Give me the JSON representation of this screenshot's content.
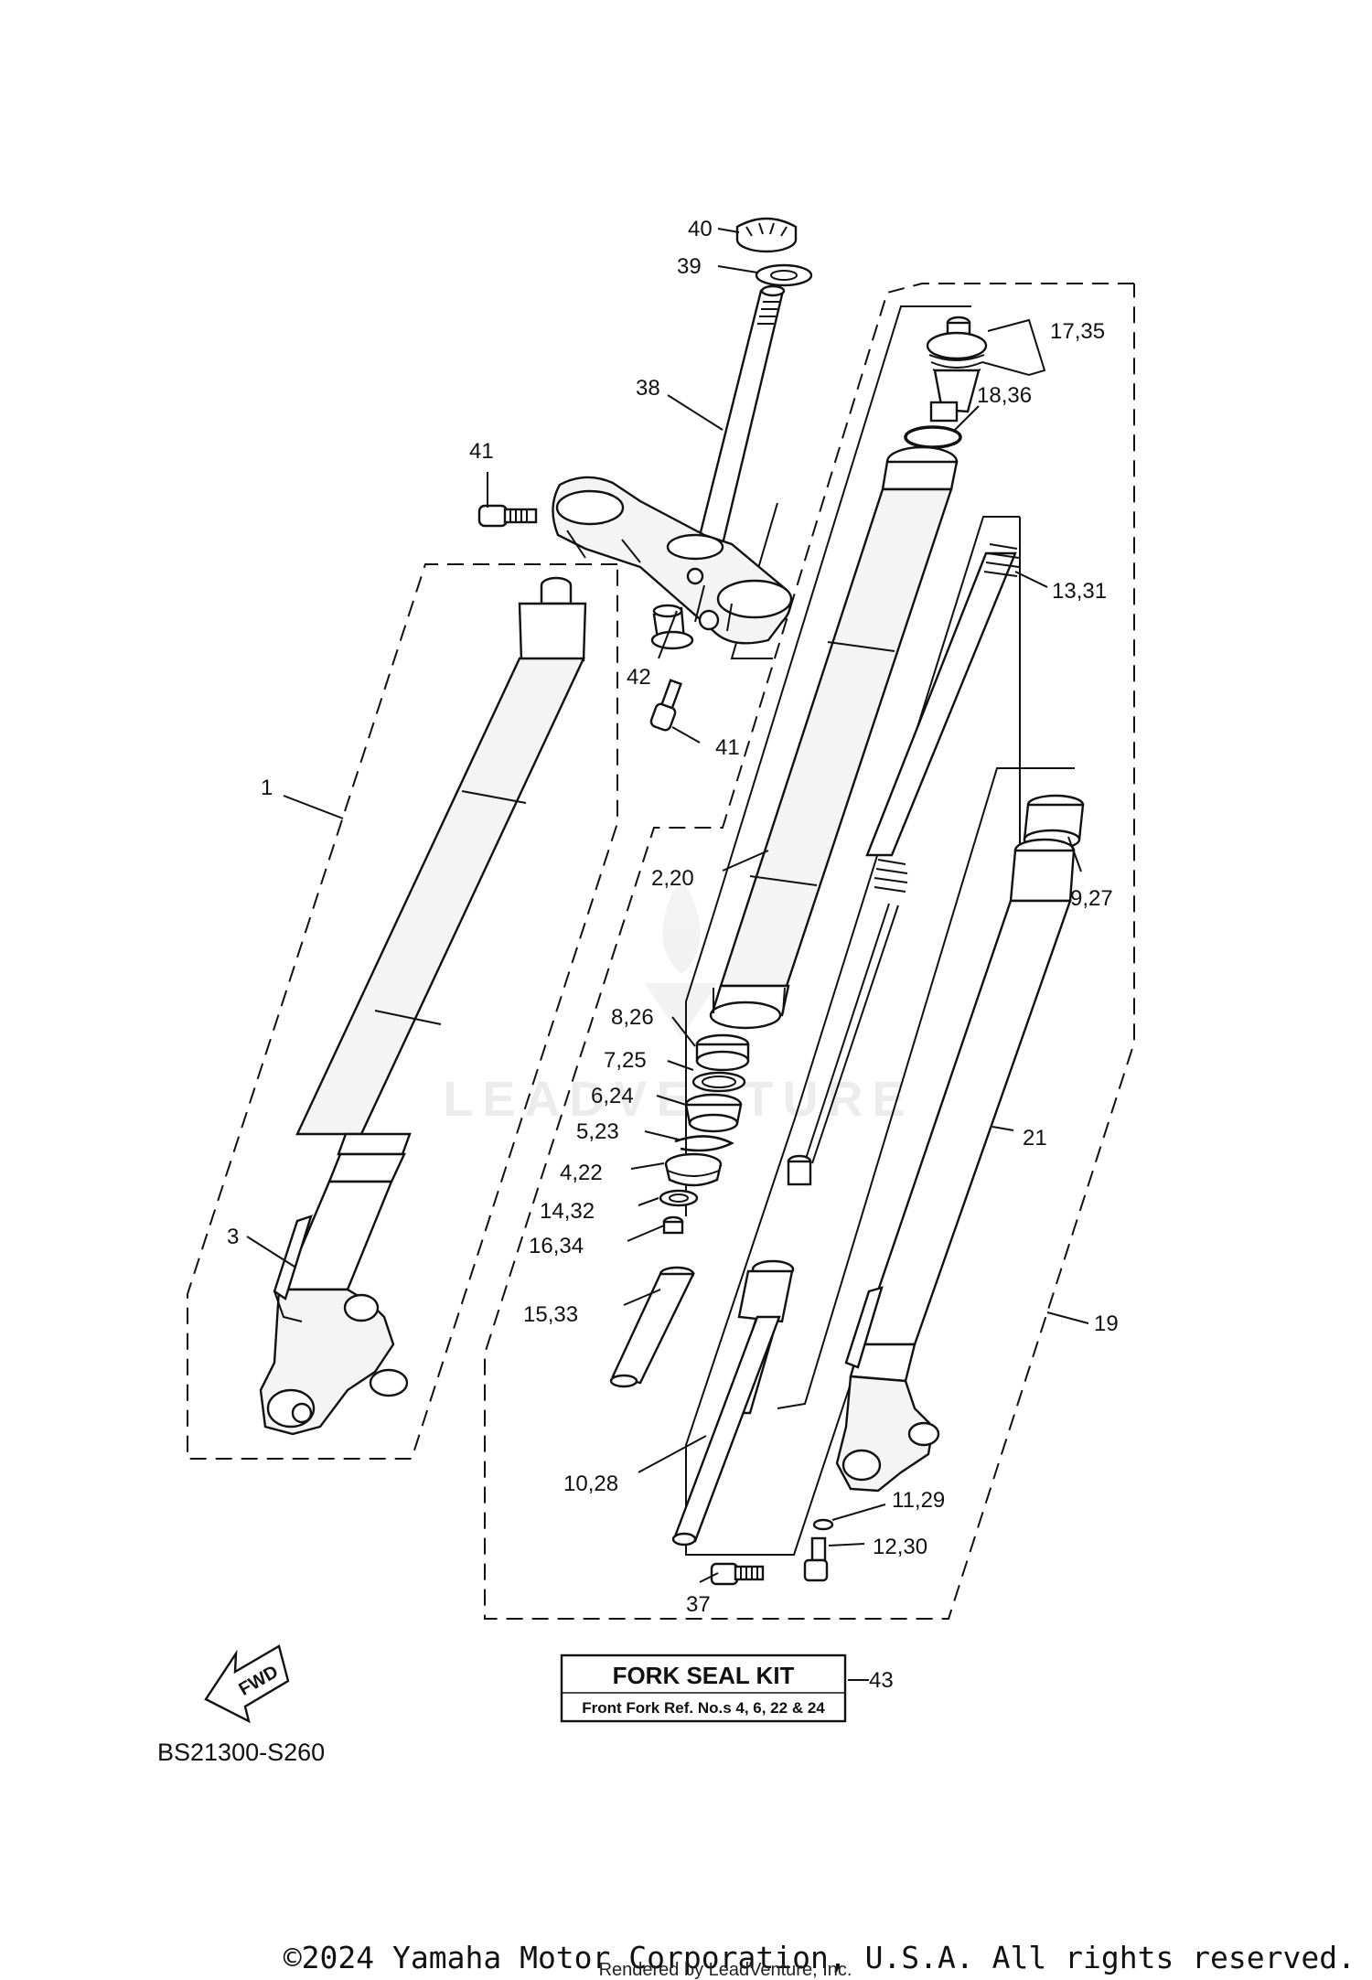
{
  "diagram_code": "BS21300-S260",
  "callouts": {
    "c40": "40",
    "c39": "39",
    "c38": "38",
    "c41a": "41",
    "c41b": "41",
    "c42": "42",
    "c1": "1",
    "c3": "3",
    "c17_35": "17,35",
    "c18_36": "18,36",
    "c13_31": "13,31",
    "c2_20": "2,20",
    "c9_27": "9,27",
    "c8_26": "8,26",
    "c7_25": "7,25",
    "c6_24": "6,24",
    "c5_23": "5,23",
    "c4_22": "4,22",
    "c14_32": "14,32",
    "c16_34": "16,34",
    "c15_33": "15,33",
    "c21": "21",
    "c19": "19",
    "c10_28": "10,28",
    "c11_29": "11,29",
    "c12_30": "12,30",
    "c37": "37",
    "c43": "43"
  },
  "seal_kit": {
    "title": "FORK SEAL KIT",
    "subtitle": "Front Fork Ref. No.s  4, 6, 22 & 24"
  },
  "fwd_label": "FWD",
  "watermark": "LEADVENTURE",
  "footer": {
    "copyright": "©2024 Yamaha Motor Corporation, U.S.A. All rights reserved.",
    "rendered_by": "Rendered by LeadVenture, Inc."
  },
  "icons": [
    "fwd-arrow-icon",
    "leadventure-flame-logo"
  ]
}
